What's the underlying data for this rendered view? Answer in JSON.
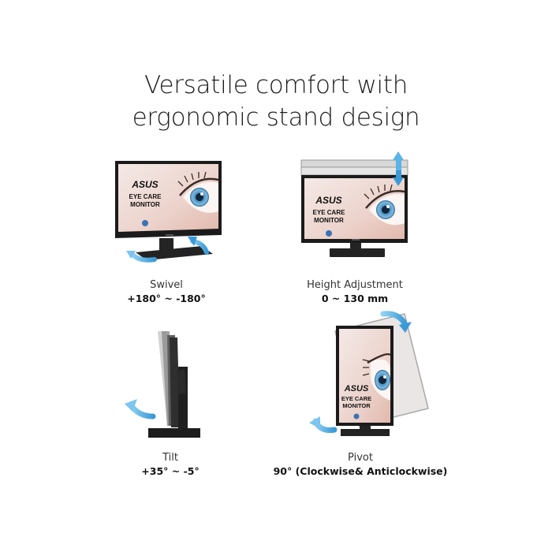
{
  "headline": {
    "line1": "Versatile comfort with",
    "line2": "ergonomic stand design"
  },
  "monitor_branding": {
    "brand": "ASUS",
    "line1": "EYE CARE",
    "line2": "MONITOR"
  },
  "features": [
    {
      "name": "Swivel",
      "value": "+180° ~ -180°"
    },
    {
      "name": "Height Adjustment",
      "value": "0 ~ 130 mm"
    },
    {
      "name": "Tilt",
      "value": "+35° ~ -5°"
    },
    {
      "name": "Pivot",
      "value": "90° (Clockwise& Anticlockwise)"
    }
  ],
  "colors": {
    "arrow": "#4aa8e0",
    "bezel": "#1b1b1b",
    "screen_bg": "#f3ece9"
  }
}
